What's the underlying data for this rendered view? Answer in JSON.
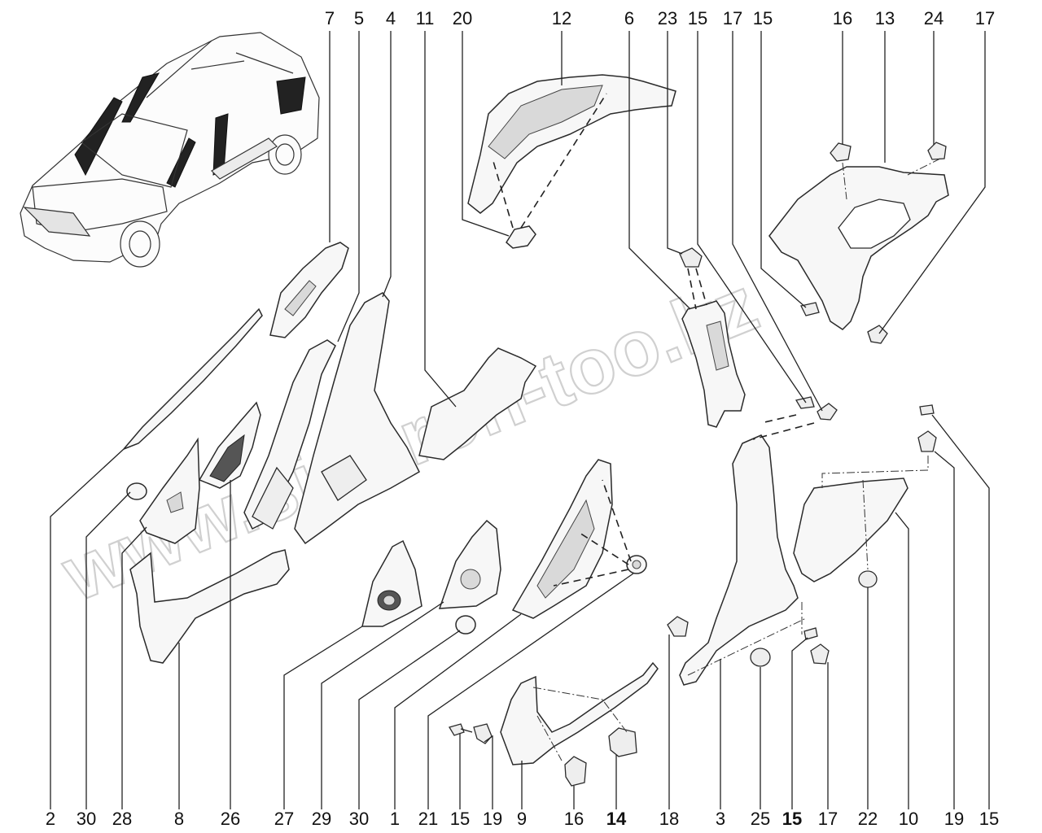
{
  "top_callouts": [
    "7",
    "5",
    "4",
    "11",
    "20",
    "12",
    "6",
    "23",
    "15",
    "17",
    "15",
    "16",
    "13",
    "24",
    "17"
  ],
  "bottom_callouts": [
    "2",
    "30",
    "28",
    "8",
    "26",
    "27",
    "29",
    "30",
    "1",
    "21",
    "15",
    "19",
    "9",
    "16",
    "14",
    "18",
    "3",
    "25",
    "15",
    "17",
    "22",
    "10",
    "19",
    "15"
  ],
  "bold_callouts": [
    "14",
    "15"
  ],
  "watermark": "www.sinhron-too.kz",
  "parts_icon_names": [
    "vehicle-overview-icon",
    "clip-icon",
    "screw-icon",
    "plug-icon"
  ]
}
